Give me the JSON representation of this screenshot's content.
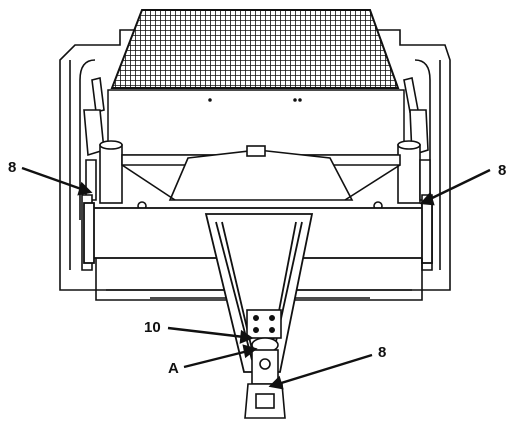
{
  "labels": {
    "left_8": "8",
    "right_8": "8",
    "bottom_8": "8",
    "ten": "10",
    "a": "A"
  },
  "colors": {
    "ink": "#111111",
    "paper": "#ffffff"
  }
}
